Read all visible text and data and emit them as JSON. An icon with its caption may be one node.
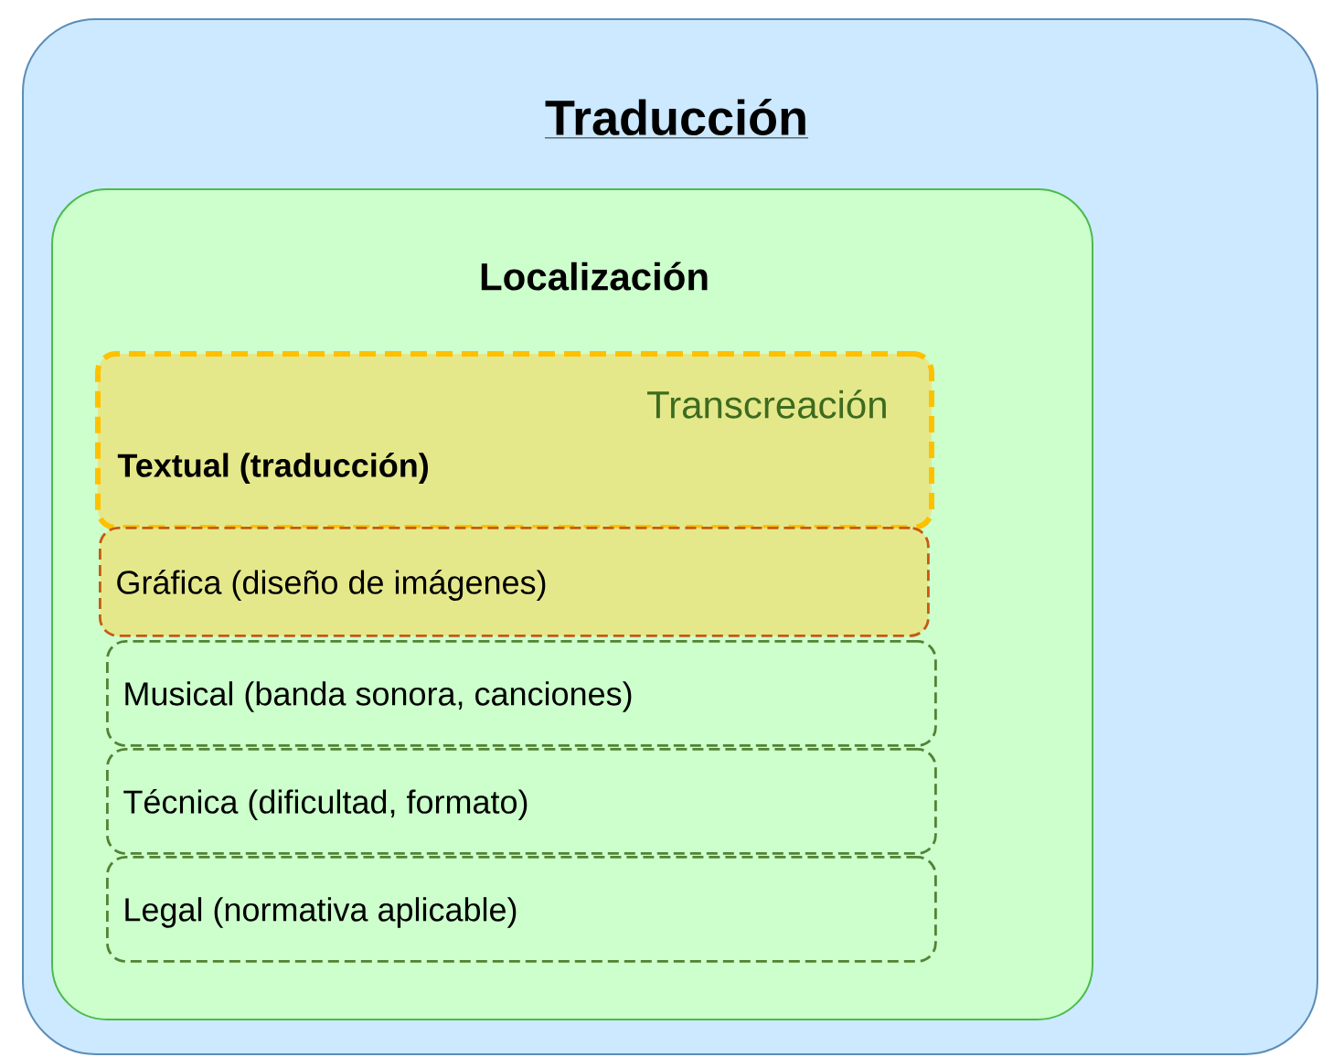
{
  "diagram": {
    "nodes": [
      {
        "text": [
          "Traducción"
        ]
      },
      {
        "text": [
          "Localización"
        ],
        "in": 0
      },
      {
        "text": [
          "Transcreación",
          "Textual (traducción)"
        ],
        "in": 1
      },
      {
        "text": [
          "Gráfica (diseño de imágenes)"
        ],
        "in": 1
      },
      {
        "text": [
          "Musical (banda sonora, canciones)"
        ],
        "in": 1
      },
      {
        "text": [
          "Técnica (dificultad, formato)"
        ],
        "in": 1
      },
      {
        "text": [
          "Legal (normativa aplicable)"
        ],
        "in": 1
      }
    ]
  }
}
